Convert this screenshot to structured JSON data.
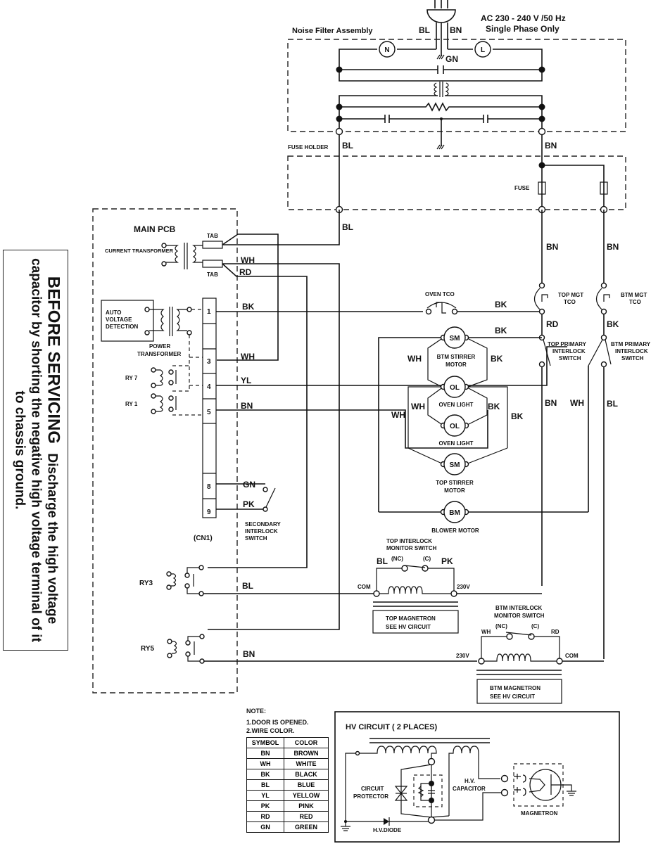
{
  "warning": {
    "title": "BEFORE SERVICING",
    "body": "Discharge the high voltage capacitor by shorting the negative high voltage terminal of it to chassis ground."
  },
  "power": {
    "supply_line1": "AC 230 - 240 V /50 Hz",
    "supply_line2": "Single Phase Only",
    "neutral_symbol": "N",
    "live_symbol": "L",
    "wire_neutral": "BL",
    "wire_live": "BN",
    "wire_ground": "GN"
  },
  "noise_filter": {
    "title": "Noise Filter Assembly",
    "wire_left_out": "BL",
    "wire_right_out": "BN"
  },
  "fuse_holder": {
    "title": "FUSE HOLDER",
    "fuse_label": "FUSE",
    "wire_left_out": "BL",
    "wire_right_out_1": "BN",
    "wire_right_out_2": "BN"
  },
  "main_pcb": {
    "title": "MAIN PCB",
    "current_transformer": "CURRENT TRANSFORMER",
    "tab_top": "TAB",
    "tab_bottom": "TAB",
    "auto_voltage": [
      "AUTO",
      "VOLTAGE",
      "DETECTION"
    ],
    "power_transformer": [
      "POWER",
      "TRANSFORMER"
    ],
    "ry7": "RY 7",
    "ry1": "RY 1",
    "ry3": "RY3",
    "ry5": "RY5",
    "connector": "(CN1)",
    "pins": [
      "1",
      "3",
      "4",
      "5",
      "8",
      "9"
    ]
  },
  "wires": {
    "ct_top": "WH",
    "ct_bottom": "RD",
    "pin1": "BK",
    "pin3": "WH",
    "pin4": "YL",
    "pin5": "BN",
    "pin8": "GN",
    "pin9": "PK",
    "ry3": "BL",
    "ry5": "BN",
    "tco_bk": "BK",
    "sm_bk": "BK",
    "bsm_left": "WH",
    "bsm_right": "BK",
    "ol_left": "WH",
    "ol_right": "BK",
    "outer_left": "WH",
    "outer_right": "BK",
    "top_tco_out": "RD",
    "btm_tco_out": "BK",
    "col_bn": "BN",
    "col_wh": "WH",
    "col_bl": "BL"
  },
  "components": {
    "oven_tco": "OVEN TCO",
    "top_mgt_tco": [
      "TOP MGT",
      "TCO"
    ],
    "btm_mgt_tco": [
      "BTM MGT",
      "TCO"
    ],
    "top_primary": [
      "TOP PRIMARY",
      "INTERLOCK",
      "SWITCH"
    ],
    "btm_primary": [
      "BTM PRIMARY",
      "INTERLOCK",
      "SWITCH"
    ],
    "sm": "SM",
    "ol": "OL",
    "bm": "BM",
    "btm_stirrer": [
      "BTM STIRRER",
      "MOTOR"
    ],
    "oven_light": "OVEN LIGHT",
    "top_stirrer": [
      "TOP STIRRER",
      "MOTOR"
    ],
    "blower": "BLOWER MOTOR",
    "secondary": [
      "SECONDARY",
      "INTERLOCK",
      "SWITCH"
    ]
  },
  "top_monitor": {
    "title": [
      "TOP INTERLOCK",
      "MONITOR SWITCH"
    ],
    "nc": "(NC)",
    "c": "(C)",
    "wire_left": "BL",
    "wire_right": "PK",
    "com": "COM",
    "v230": "230V",
    "magnetron": [
      "TOP MAGNETRON",
      "SEE HV CIRCUIT"
    ]
  },
  "btm_monitor": {
    "title": [
      "BTM INTERLOCK",
      "MONITOR SWITCH"
    ],
    "nc": "(NC)",
    "c": "(C)",
    "wire_left": "WH",
    "wire_right": "RD",
    "com": "COM",
    "v230": "230V",
    "magnetron": [
      "BTM MAGNETRON",
      "SEE HV CIRCUIT"
    ]
  },
  "notes": {
    "title": "NOTE:",
    "items": [
      "1.DOOR IS OPENED.",
      "2.WIRE COLOR."
    ]
  },
  "legend": {
    "headers": [
      "SYMBOL",
      "COLOR"
    ],
    "rows": [
      [
        "BN",
        "BROWN"
      ],
      [
        "WH",
        "WHITE"
      ],
      [
        "BK",
        "BLACK"
      ],
      [
        "BL",
        "BLUE"
      ],
      [
        "YL",
        "YELLOW"
      ],
      [
        "PK",
        "PINK"
      ],
      [
        "RD",
        "RED"
      ],
      [
        "GN",
        "GREEN"
      ]
    ]
  },
  "hv_circuit": {
    "title": "HV CIRCUIT ( 2 PLACES)",
    "circuit_protector": [
      "CIRCUIT",
      "PROTECTOR"
    ],
    "hv_capacitor": [
      "H.V.",
      "CAPACITOR"
    ],
    "hv_diode": "H.V.DIODE",
    "magnetron": "MAGNETRON"
  }
}
